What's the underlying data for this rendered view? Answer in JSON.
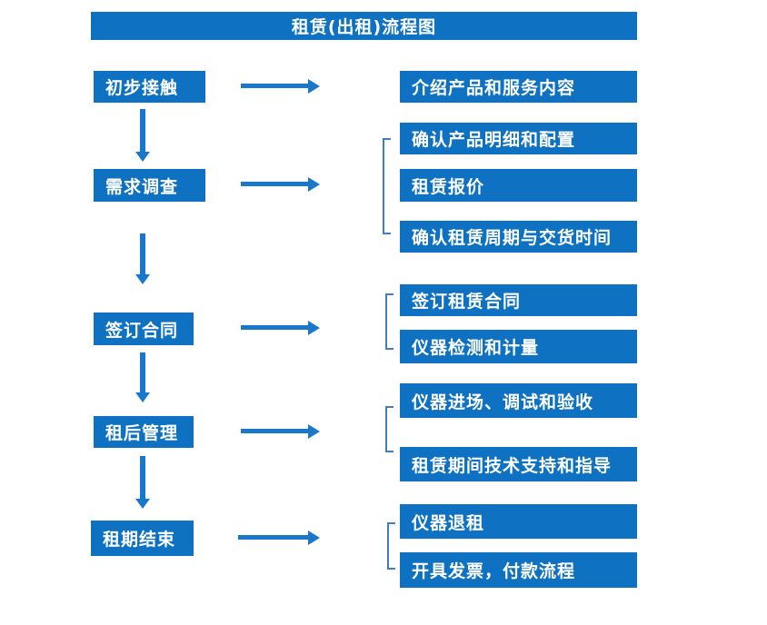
{
  "flow": {
    "title": "租赁(出租)流程图",
    "steps": [
      {
        "label": "初步接触",
        "details": [
          "介绍产品和服务内容"
        ]
      },
      {
        "label": "需求调查",
        "details": [
          "确认产品明细和配置",
          "租赁报价",
          "确认租赁周期与交货时间"
        ]
      },
      {
        "label": "签订合同",
        "details": [
          "签订租赁合同",
          "仪器检测和计量"
        ]
      },
      {
        "label": "租后管理",
        "details": [
          "仪器进场、调试和验收",
          "租赁期间技术支持和指导"
        ]
      },
      {
        "label": "租期结束",
        "details": [
          "仪器退租",
          "开具发票，付款流程"
        ]
      }
    ]
  },
  "colors": {
    "box_fill": "#0e71c2",
    "arrow": "#1a78cc",
    "bracket": "#3d7ec6",
    "text": "#ffffff",
    "background": "#ffffff"
  }
}
